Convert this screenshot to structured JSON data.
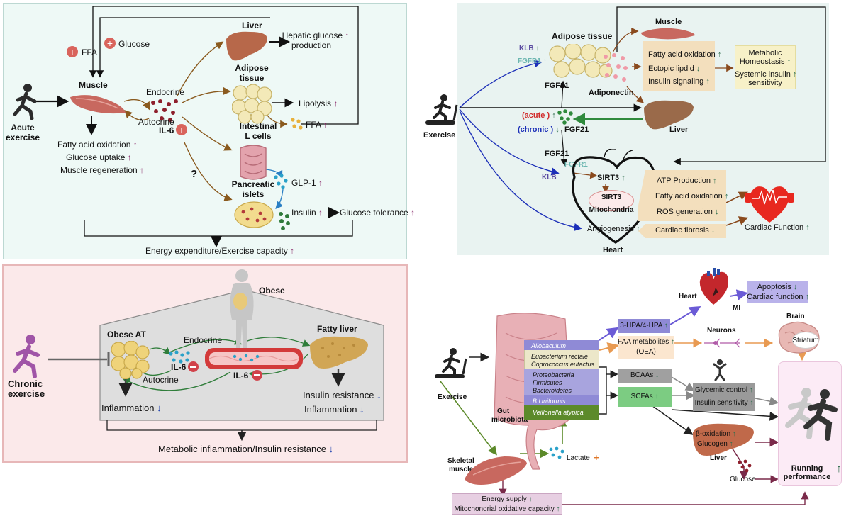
{
  "panel_a": {
    "ffa": "FFA",
    "glucose": "Glucose",
    "liver": "Liver",
    "hepatic_glucose": "Hepatic glucose",
    "production": "production",
    "muscle": "Muscle",
    "acute": "Acute",
    "exercise": "exercise",
    "endocrine": "Endocrine",
    "adipose": "Adipose",
    "tissue": "tissue",
    "lipolysis": "Lipolysis",
    "autocrine": "Autocrine",
    "il6": "IL-6",
    "ffa2": "FFA",
    "intestinal": "Intestinal",
    "lcells": "L cells",
    "fatty_acid_ox": "Fatty acid oxidation",
    "glucose_uptake": "Glucose uptake",
    "muscle_regen": "Muscle regeneration",
    "question": "?",
    "glp1": "GLP-1",
    "pancreatic": "Pancreatic",
    "islets": "islets",
    "insulin": "Insulin",
    "glucose_tol": "Glucose tolerance",
    "energy": "Energy expenditure/Exercise capacity"
  },
  "panel_b": {
    "adipose_tissue": "Adipose tissue",
    "muscle": "Muscle",
    "klb": "KLB",
    "fgfr1": "FGFR1",
    "fgf21": "FGF21",
    "adiponectin": "Adiponectin",
    "fao": "Fatty acid oxidation",
    "ectopic": "Ectopic lipdid",
    "insulin_sig": "Insulin signaling",
    "metabolic": "Metabolic",
    "homeostasis": "Homeostasis",
    "systemic": "Systemic insulin",
    "sensitivity": "sensitivity",
    "exercise": "Exercise",
    "acute": "(acute )",
    "chronic": "(chronic )",
    "fgf21_b": "FGF21",
    "liver": "Liver",
    "fgf21_c": "FGF21",
    "fgfr1_b": "FGFR1",
    "klb_b": "KLB",
    "sirt3": "SIRT3",
    "sirt3_b": "SIRT3",
    "mitochondria": "Mitochondria",
    "angiogenesis": "Angiogenesis",
    "heart": "Heart",
    "atp": "ATP Production",
    "fao2": "Fatty acid oxidation",
    "ros": "ROS generation",
    "fibrosis": "Cardiac fibrosis",
    "cardiac_fn": "Cardiac Function"
  },
  "panel_c": {
    "obese": "Obese",
    "obese_at": "Obese AT",
    "endocrine": "Endocrine",
    "fatty_liver": "Fatty liver",
    "chronic": "Chronic",
    "exercise": "exercise",
    "il6": "IL-6",
    "il6_b": "IL-6",
    "autocrine": "Autocrine",
    "insulin_res": "Insulin resistance",
    "inflammation": "Inflammation",
    "inflammation_b": "Inflammation",
    "metabolic": "Metabolic inflammation/Insulin resistance"
  },
  "panel_d": {
    "heart": "Heart",
    "mi": "MI",
    "apoptosis": "Apoptosis",
    "cardiac_function": "Cardiac function",
    "brain": "Brain",
    "striatum": "Striatum",
    "neurons": "Neurons",
    "hpa": "3-HPA/4-HPA",
    "faa": "FAA metabolites",
    "oea": "(OEA)",
    "bacteria": [
      "Allobaculum",
      "Eubacterium rectale",
      "Coprococcus eutactus",
      "Proteobacteria",
      "Firmicutes",
      "Bacteroidetes",
      "B.Uniformis",
      "Veillonella atypica"
    ],
    "bcaa": "BCAAs",
    "scfa": "SCFAs",
    "glycemic": "Glycemic control",
    "insulin_sens": "Insulin sensitivity",
    "exercise": "Exercise",
    "gut": "Gut",
    "microbiota": "microbiota",
    "beta_ox": "β-oxidation",
    "glucogen": "Glucogen",
    "liver": "Liver",
    "skeletal": "Skeletal",
    "muscle": "muscle",
    "lactate": "Lactate",
    "glucose": "Glucose",
    "running": "Running",
    "performance": "performance",
    "energy_supply": "Energy supply",
    "mito_cap": "Mitochondrial oxidative capacity"
  },
  "colors": {
    "panel_a_bg": "#eef9f6",
    "panel_b_bg": "#e9f3f1",
    "panel_c_bg": "#fbe9ea",
    "up_arrow": "#8b2e6d",
    "green_arrow": "#2f6e4e",
    "blue_arrow": "#1c3fae"
  }
}
